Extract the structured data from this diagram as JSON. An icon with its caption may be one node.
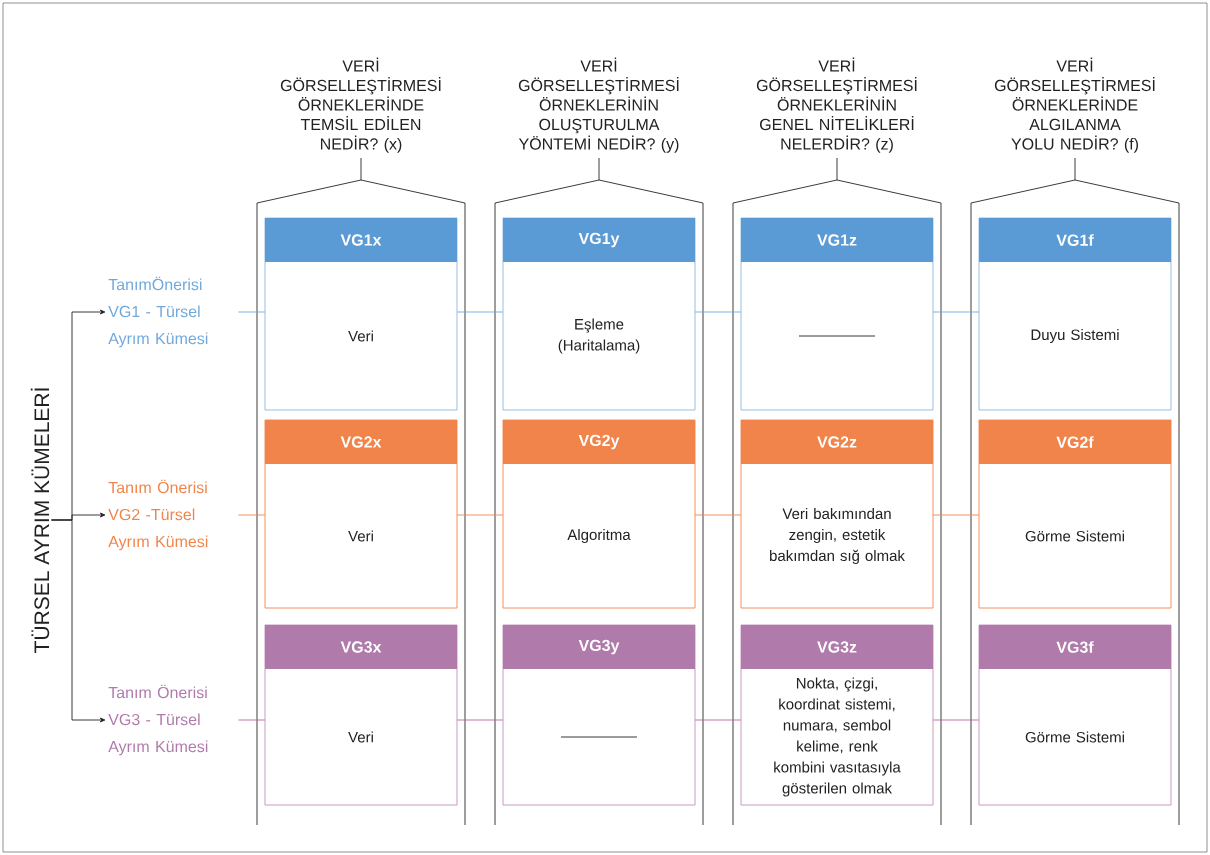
{
  "diagram": {
    "nodes": [
      {
        "text": [
          "TÜRSEL AYRIM KÜMELERİ"
        ]
      },
      {
        "text": [
          "TanımÖnerisi VG1 - Türsel Ayrım Kümesi"
        ]
      },
      {
        "text": [
          "Tanım Önerisi VG2 -Türsel Ayrım Kümesi"
        ]
      },
      {
        "text": [
          "Tanım Önerisi VG3 - Türsel Ayrım Kümesi"
        ]
      },
      {
        "text": [
          "VERİ GÖRSELLEŞTİRMESİ ÖRNEKLERİNDE TEMSİL EDİLEN NEDİR? (x)"
        ]
      },
      {
        "text": [
          "VERİ GÖRSELLEŞTİRMESİ ÖRNEKLERİNİN OLUŞTURULMA YÖNTEMİ NEDİR? (y)"
        ]
      },
      {
        "text": [
          "VERİ GÖRSELLEŞTİRMESİ ÖRNEKLERİNİN GENEL NİTELİKLERİ NELERDİR? (z)"
        ]
      },
      {
        "text": [
          "VERİ GÖRSELLEŞTİRMESİ ÖRNEKLERİNDE ALGILANMA YOLU NEDİR? (f)"
        ]
      },
      {
        "text": [
          "VG1x",
          "Veri"
        ],
        "in": 4
      },
      {
        "text": [
          "VG1y",
          "Eşleme (Haritalama)"
        ],
        "in": 5
      },
      {
        "text": [
          "VG1z"
        ],
        "in": 6
      },
      {
        "text": [
          "VG1f",
          "Duyu Sistemi"
        ],
        "in": 7
      },
      {
        "text": [
          "VG2x",
          "Veri"
        ],
        "in": 4
      },
      {
        "text": [
          "VG2y",
          "Algoritma"
        ],
        "in": 5
      },
      {
        "text": [
          "VG2z",
          "Veri bakımından zengin, estetik bakımdan sığ olmak"
        ],
        "in": 6
      },
      {
        "text": [
          "VG2f",
          "Görme Sistemi"
        ],
        "in": 7
      },
      {
        "text": [
          "VG3x",
          "Veri"
        ],
        "in": 4
      },
      {
        "text": [
          "VG3y"
        ],
        "in": 5
      },
      {
        "text": [
          "VG3z",
          "Nokta, çizgi, koordinat sistemi, numara, sembol kelime, renk kombini vasıtasıyla gösterilen olmak"
        ],
        "in": 6
      },
      {
        "text": [
          "VG3f",
          "Görme Sistemi"
        ],
        "in": 7
      }
    ],
    "edges": [
      {
        "from": 0,
        "to": 1,
        "arrow": "to",
        "color": "#222222"
      },
      {
        "from": 0,
        "to": 2,
        "arrow": "to",
        "color": "#222222"
      },
      {
        "from": 0,
        "to": 3,
        "arrow": "to",
        "color": "#222222"
      },
      {
        "from": 1,
        "to": 8,
        "arrow": "none",
        "color": "#6fa8dc"
      },
      {
        "from": 8,
        "to": 9,
        "arrow": "none",
        "color": "#6fa8dc"
      },
      {
        "from": 9,
        "to": 10,
        "arrow": "none",
        "color": "#6fa8dc"
      },
      {
        "from": 10,
        "to": 11,
        "arrow": "none",
        "color": "#6fa8dc"
      },
      {
        "from": 2,
        "to": 12,
        "arrow": "none",
        "color": "#f0844a"
      },
      {
        "from": 12,
        "to": 13,
        "arrow": "none",
        "color": "#f0844a"
      },
      {
        "from": 13,
        "to": 14,
        "arrow": "none",
        "color": "#f0844a"
      },
      {
        "from": 14,
        "to": 15,
        "arrow": "none",
        "color": "#f0844a"
      },
      {
        "from": 3,
        "to": 16,
        "arrow": "none",
        "color": "#b5679f"
      },
      {
        "from": 16,
        "to": 17,
        "arrow": "none",
        "color": "#b5679f"
      },
      {
        "from": 17,
        "to": 18,
        "arrow": "none",
        "color": "#b5679f"
      },
      {
        "from": 18,
        "to": 19,
        "arrow": "none",
        "color": "#b5679f"
      }
    ]
  }
}
